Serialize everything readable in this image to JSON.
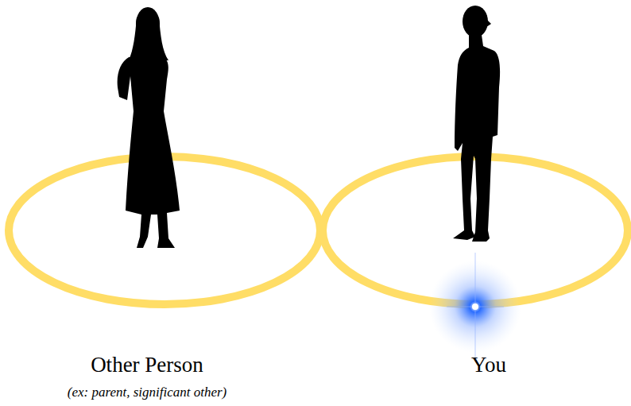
{
  "diagram": {
    "labels": [
      "Other Person",
      "(ex: parent, significant other)",
      "You"
    ]
  }
}
